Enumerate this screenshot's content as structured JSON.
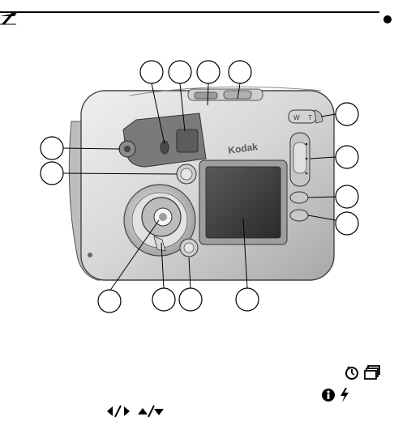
{
  "brand": {
    "logo_text": "Kodak"
  },
  "zoom_button": {
    "wide_label": "W",
    "tele_label": "T"
  },
  "callouts": [
    {
      "id": "top-1"
    },
    {
      "id": "top-2"
    },
    {
      "id": "top-3"
    },
    {
      "id": "top-4"
    },
    {
      "id": "right-1"
    },
    {
      "id": "right-2"
    },
    {
      "id": "right-3"
    },
    {
      "id": "right-4"
    },
    {
      "id": "left-1"
    },
    {
      "id": "left-2"
    },
    {
      "id": "bottom-1"
    },
    {
      "id": "bottom-2"
    },
    {
      "id": "bottom-3"
    },
    {
      "id": "bottom-4"
    }
  ],
  "icons": {
    "self_timer": "self-timer-icon",
    "burst": "burst-icon",
    "info": "info-icon",
    "flash": "flash-icon",
    "left_right": "left-right-arrows-icon",
    "up_down": "up-down-arrows-icon"
  },
  "colors": {
    "camera_body": "#d9d9d9",
    "camera_dark": "#6b6b6b",
    "lcd": "#3d3d3d",
    "ink": "#000000"
  }
}
